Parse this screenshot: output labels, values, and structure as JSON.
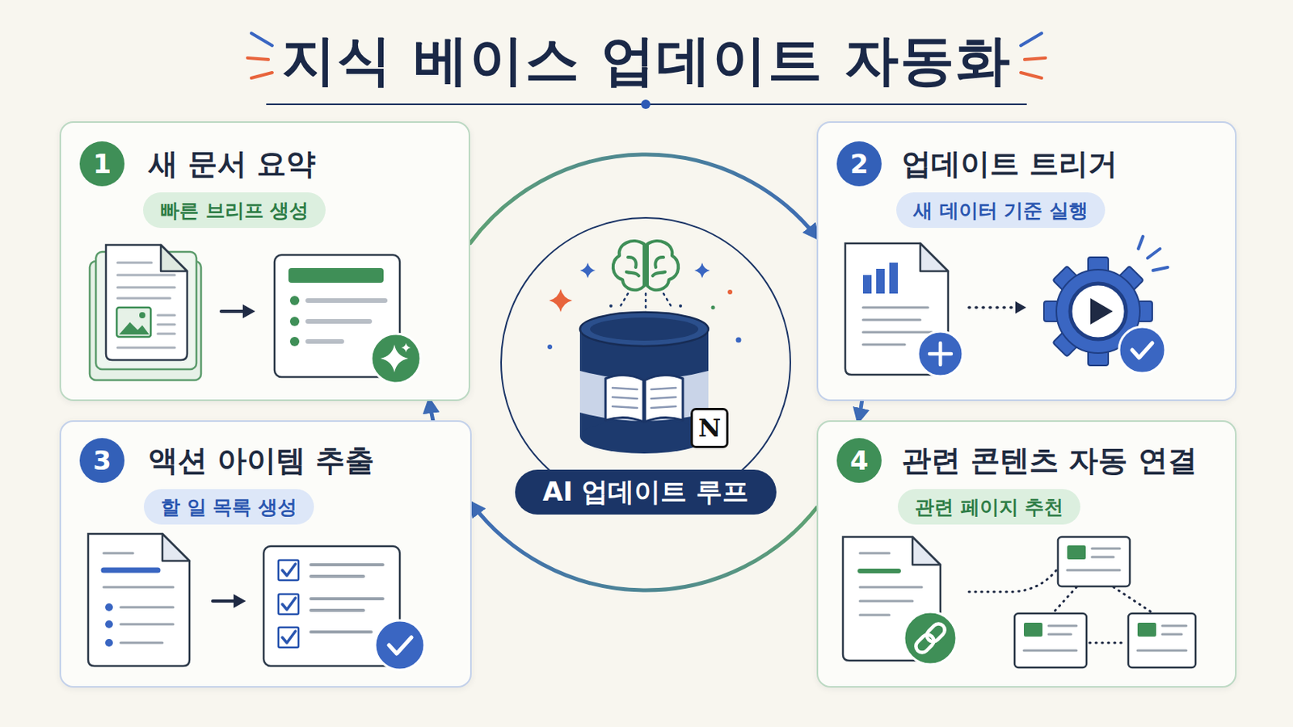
{
  "diagram": {
    "title": "지식 베이스 업데이트 자동화",
    "nodes": [
      {
        "text": [
          "새 문서 요약"
        ]
      },
      {
        "text": [
          "1"
        ],
        "in": 0
      },
      {
        "text": [
          "빠른 브리프 생성"
        ],
        "in": 0
      },
      {
        "text": [
          "업데이트 트리거"
        ]
      },
      {
        "text": [
          "2"
        ],
        "in": 3
      },
      {
        "text": [
          "새 데이터 기준 실행"
        ],
        "in": 3
      },
      {
        "text": [
          "액션 아이템 추출"
        ]
      },
      {
        "text": [
          "3"
        ],
        "in": 6
      },
      {
        "text": [
          "할 일 목록 생성"
        ],
        "in": 6
      },
      {
        "text": [
          "관련 콘텐츠 자동 연결"
        ]
      },
      {
        "text": [
          "4"
        ],
        "in": 9
      },
      {
        "text": [
          "관련 페이지 추천"
        ],
        "in": 9
      },
      {
        "text": [
          "N"
        ]
      },
      {
        "text": [
          "AI 업데이트 루프"
        ]
      }
    ],
    "edges": [
      {
        "from": 0,
        "to": 3,
        "arrow": "to"
      },
      {
        "from": 3,
        "to": 9,
        "arrow": "to"
      },
      {
        "from": 9,
        "to": 6,
        "arrow": "to"
      },
      {
        "from": 6,
        "to": 0,
        "arrow": "to"
      }
    ]
  }
}
